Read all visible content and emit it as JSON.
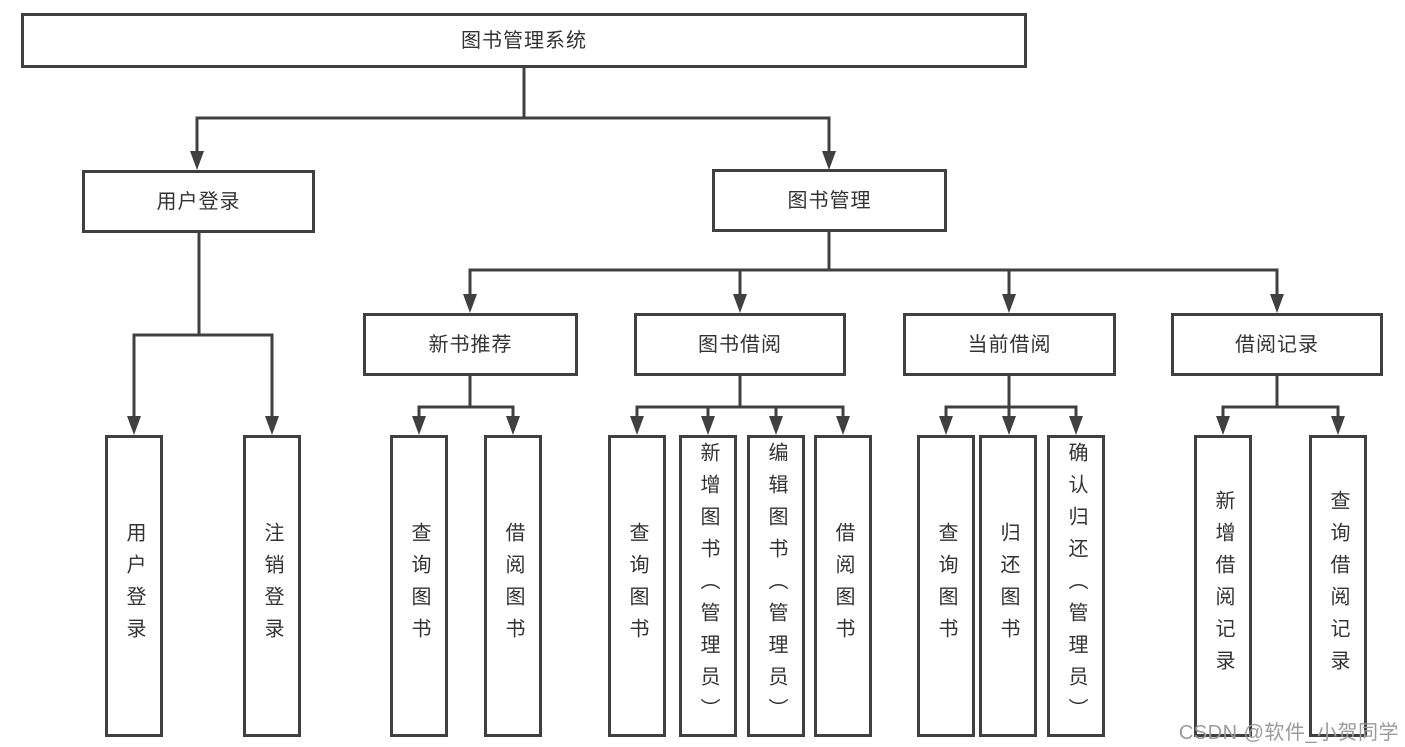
{
  "tree": {
    "root": {
      "label": "图书管理系统"
    },
    "level2": [
      {
        "label": "用户登录",
        "parent": "图书管理系统"
      },
      {
        "label": "图书管理",
        "parent": "图书管理系统"
      }
    ],
    "level3": [
      {
        "label": "新书推荐",
        "parent": "图书管理"
      },
      {
        "label": "图书借阅",
        "parent": "图书管理"
      },
      {
        "label": "当前借阅",
        "parent": "图书管理"
      },
      {
        "label": "借阅记录",
        "parent": "图书管理"
      }
    ],
    "leaves": [
      {
        "label": "用户登录",
        "parent": "用户登录"
      },
      {
        "label": "注销登录",
        "parent": "用户登录"
      },
      {
        "label": "查询图书",
        "parent": "新书推荐"
      },
      {
        "label": "借阅图书",
        "parent": "新书推荐"
      },
      {
        "label": "查询图书",
        "parent": "图书借阅"
      },
      {
        "label": "新增图书（管理员）",
        "parent": "图书借阅"
      },
      {
        "label": "编辑图书（管理员）",
        "parent": "图书借阅"
      },
      {
        "label": "借阅图书",
        "parent": "图书借阅"
      },
      {
        "label": "查询图书",
        "parent": "当前借阅"
      },
      {
        "label": "归还图书",
        "parent": "当前借阅"
      },
      {
        "label": "确认归还（管理员）",
        "parent": "当前借阅"
      },
      {
        "label": "新增借阅记录",
        "parent": "借阅记录"
      },
      {
        "label": "查询借阅记录",
        "parent": "借阅记录"
      }
    ]
  },
  "watermark": "CSDN @软件_小贺同学",
  "colors": {
    "line": "#404040",
    "text": "#333333",
    "watermark": "#9b9b9b",
    "bg": "#ffffff"
  }
}
